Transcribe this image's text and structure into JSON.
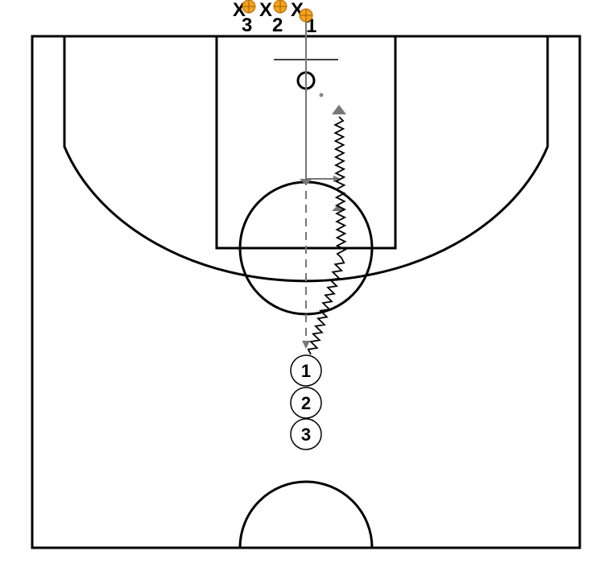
{
  "diagram": {
    "type": "basketball-half-court-drill",
    "colors": {
      "court_lines": "#000000",
      "movement_path": "#777777",
      "ball": "#f2a21c",
      "background": "#ffffff"
    },
    "offense_players": [
      {
        "id": "offense-1",
        "label": "1"
      },
      {
        "id": "offense-2",
        "label": "2"
      },
      {
        "id": "offense-3",
        "label": "3"
      }
    ],
    "baseline_players": [
      {
        "id": "baseline-1",
        "label": "1",
        "marker": "X",
        "has_ball": true
      },
      {
        "id": "baseline-2",
        "label": "2",
        "marker": "X",
        "has_ball": true
      },
      {
        "id": "baseline-3",
        "label": "3",
        "marker": "X",
        "has_ball": true
      }
    ],
    "movements": [
      {
        "type": "pass",
        "from": "baseline-1",
        "to": "offense-1"
      },
      {
        "type": "dribble",
        "from": "offense-1",
        "to": "basket"
      }
    ]
  }
}
